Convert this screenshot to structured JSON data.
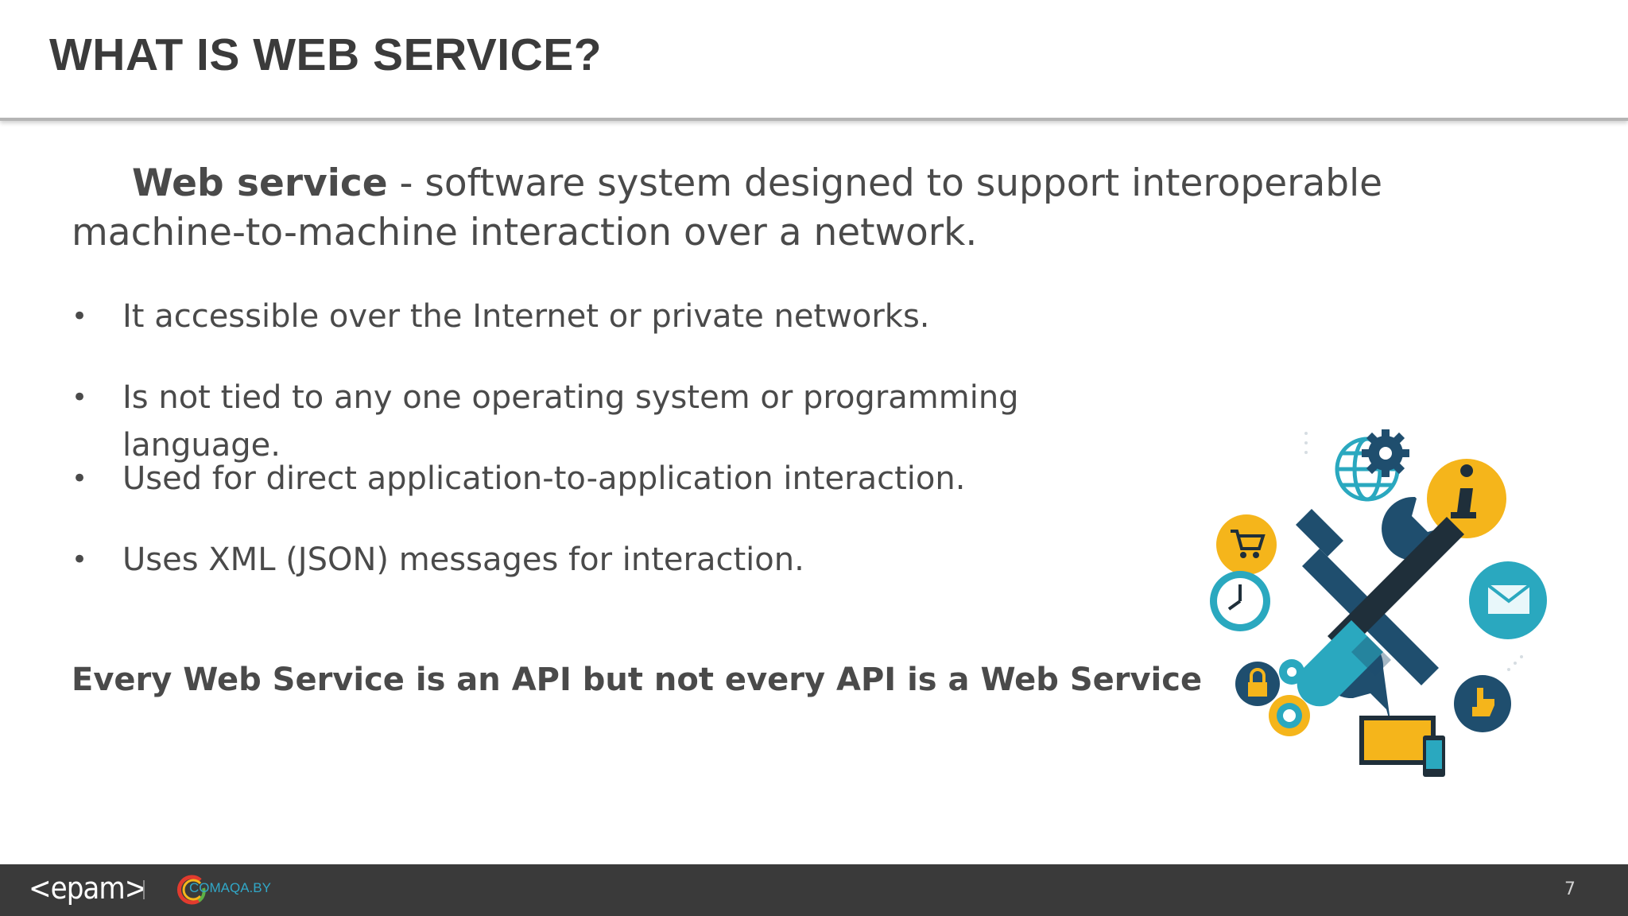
{
  "slide": {
    "title": "WHAT IS WEB SERVICE?",
    "intro_term": "Web service",
    "intro_text": " - software system designed to support interoperable machine-to-machine interaction over a network.",
    "bullets": [
      "It accessible over the Internet or private networks.",
      "Is not tied to any one operating system or programming language.",
      "Used for direct application-to-application interaction.",
      "Uses XML (JSON) messages for interaction."
    ],
    "bullet_symbol": "•",
    "tagline": "Every Web Service is an API but not every API is a Web Service",
    "illustration_icons": [
      "globe-icon",
      "gear-icon",
      "chess-icon",
      "cart-icon",
      "clock-icon",
      "mail-icon",
      "lock-icon",
      "touch-icon",
      "tablet-icon",
      "phone-icon",
      "wrench-icon",
      "screwdriver-icon"
    ]
  },
  "footer": {
    "epam_logo": "<epam>",
    "comaqa_logo": "COMAQA.BY",
    "page_number": "7"
  },
  "colors": {
    "title": "#3b3b3b",
    "text": "#4a4a4a",
    "footer_bg": "#3a3a3a",
    "accent_teal": "#2aa8bf",
    "accent_yellow": "#f5b51b",
    "accent_navy": "#1f4e6e"
  }
}
